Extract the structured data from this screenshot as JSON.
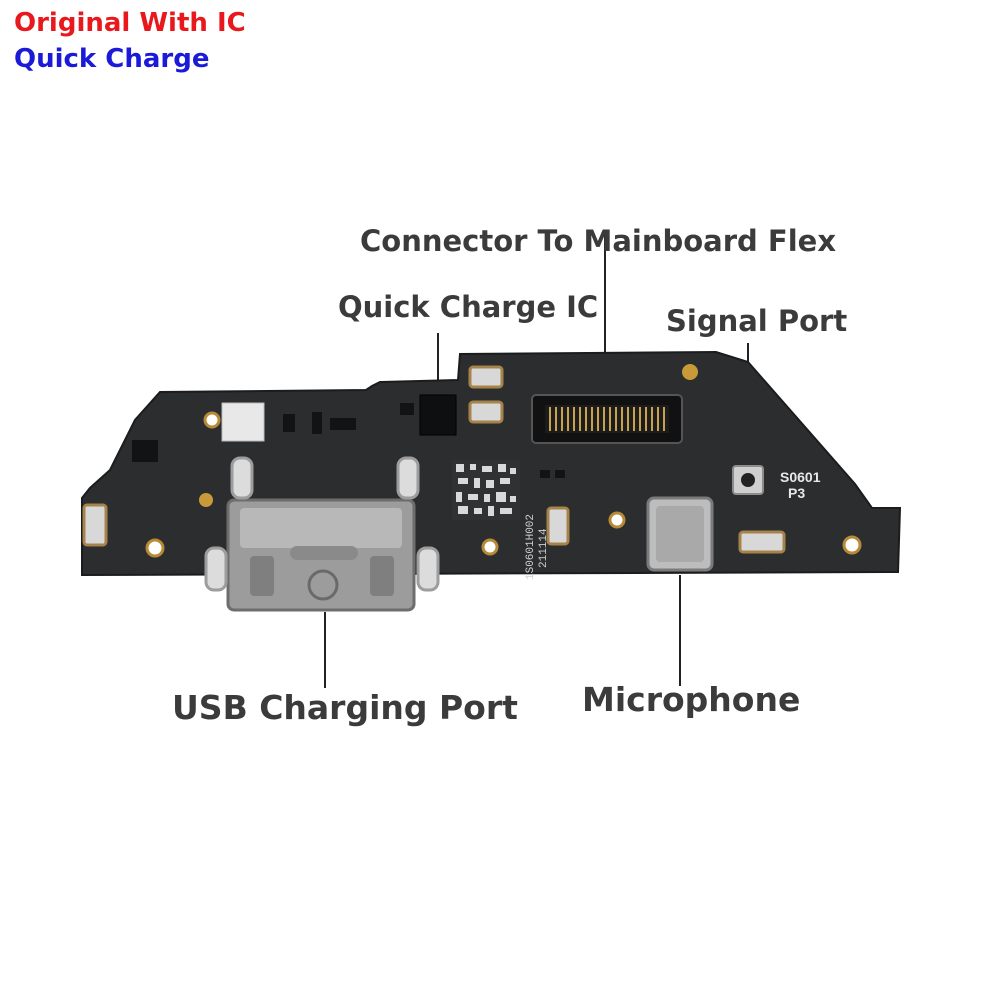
{
  "tags": {
    "line1": "Original With IC",
    "line2": "Quick Charge",
    "line1_color": "#e8181d",
    "line2_color": "#1a1ad8"
  },
  "labels": {
    "connector": "Connector To Mainboard Flex",
    "quick_charge_ic": "Quick Charge IC",
    "signal_port": "Signal Port",
    "usb_port": "USB Charging Port",
    "microphone": "Microphone"
  },
  "board": {
    "silkscreen_s": "S0601",
    "silkscreen_p": "P3",
    "part_code": "1S0601H002",
    "date_code": "211114",
    "board_color": "#2b2d2f",
    "label_color": "#3b3b3b"
  }
}
